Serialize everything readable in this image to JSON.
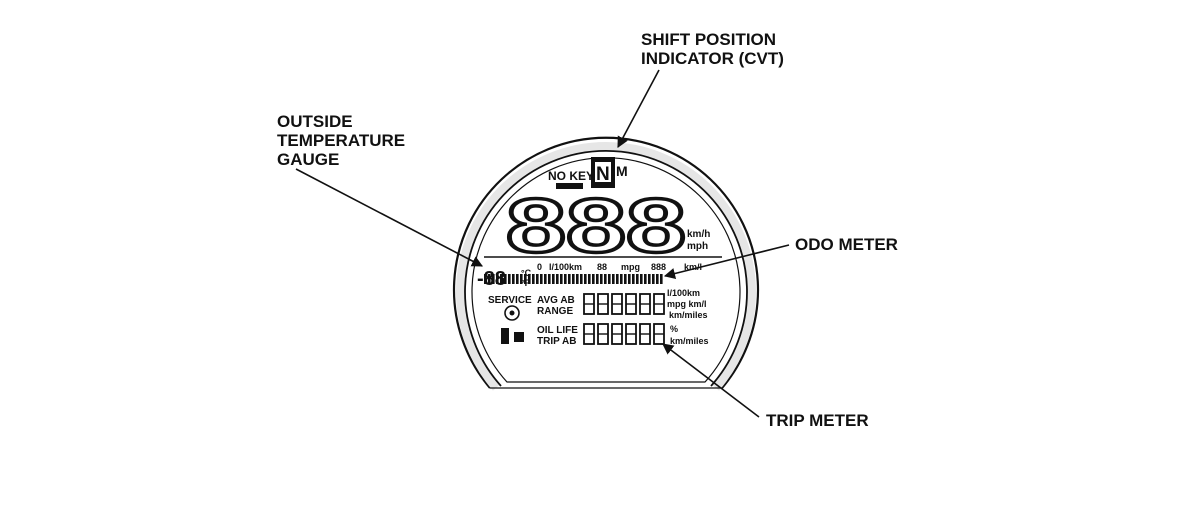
{
  "callouts": {
    "shift_position": [
      "SHIFT POSITION",
      "INDICATOR (CVT)"
    ],
    "outside_temperature": [
      "OUTSIDE",
      "TEMPERATURE",
      "GAUGE"
    ],
    "odo_meter": "ODO METER",
    "trip_meter": "TRIP METER"
  },
  "display": {
    "no_key": "NO KEY",
    "shift_letter": "N",
    "mode_letter": "M",
    "speed_digits": "888",
    "speed_units": [
      "km/h",
      "mph"
    ],
    "temp_digits": "-88",
    "temp_units": [
      "°C",
      "°F"
    ],
    "economy_row": [
      "0",
      "l/100km",
      "88",
      "mpg",
      "888",
      "km/l"
    ],
    "service": "SERVICE",
    "avg_ab": "AVG AB",
    "range": "RANGE",
    "oil_life": "OIL LIFE",
    "trip_ab": "TRIP AB",
    "upper_units": [
      "l/100km",
      "mpg km/l",
      "km/miles"
    ],
    "lower_units": [
      "%",
      "km/miles"
    ]
  },
  "colors": {
    "ink": "#111111",
    "bezel_fill": "#e6e6e6"
  }
}
